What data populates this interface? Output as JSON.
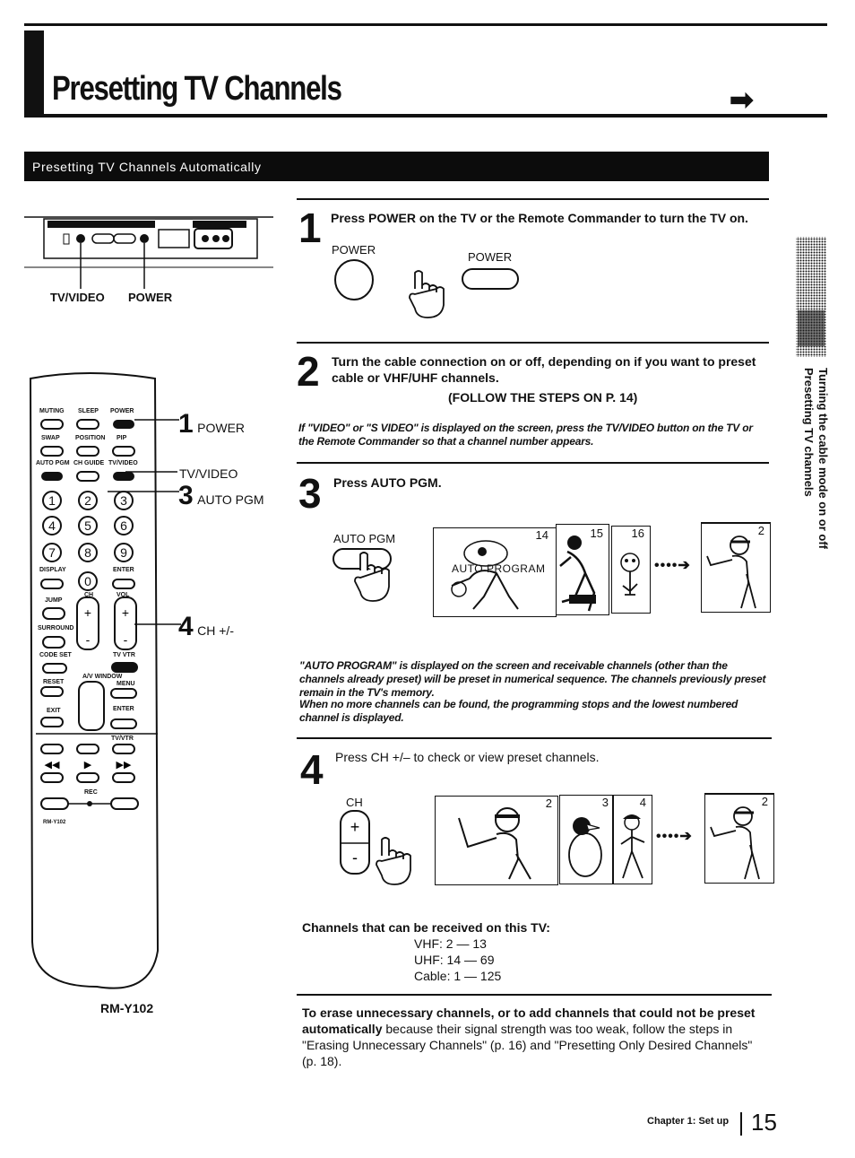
{
  "header": {
    "title": "Presetting TV Channels",
    "section": "Presetting TV Channels Automatically"
  },
  "front_panel": {
    "labels": {
      "tvvideo": "TV/VIDEO",
      "power": "POWER"
    }
  },
  "remote": {
    "model": "RM-Y102",
    "callouts": [
      {
        "num": "1",
        "label": "POWER"
      },
      {
        "num": "",
        "label": "TV/VIDEO"
      },
      {
        "num": "3",
        "label": "AUTO PGM"
      },
      {
        "num": "4",
        "label": "CH +/-"
      }
    ],
    "button_labels": {
      "muting": "MUTING",
      "sleep": "SLEEP",
      "power": "POWER",
      "swap": "SWAP",
      "position": "POSITION",
      "pip": "PIP",
      "autopgm": "AUTO PGM",
      "chguide": "CH GUIDE",
      "tvvideo": "TV/VIDEO",
      "display": "DISPLAY",
      "enter": "ENTER",
      "jump": "JUMP",
      "ch": "CH",
      "vol": "VOL",
      "surround": "SURROUND",
      "codeset": "CODE SET",
      "tvvtr": "TV VTR",
      "avwindow": "A/V WINDOW",
      "reset": "RESET",
      "menu": "MENU",
      "exit": "EXIT",
      "enter2": "ENTER",
      "tvvtr2": "TV/VTR",
      "rec": "REC",
      "digits": [
        "1",
        "2",
        "3",
        "4",
        "5",
        "6",
        "7",
        "8",
        "9",
        "0"
      ]
    }
  },
  "steps": [
    {
      "num": "1",
      "text": "Press POWER on the TV or the Remote Commander to turn the TV on.",
      "labels": [
        "POWER",
        "POWER"
      ]
    },
    {
      "num": "2",
      "text": "Turn the cable connection on or off, depending on if you want to preset cable or VHF/UHF channels.",
      "follow": "(FOLLOW THE STEPS ON P. 14)",
      "note": "If \"VIDEO\" or \"S VIDEO\" is displayed on the screen, press the TV/VIDEO button on the TV or the Remote Commander so that a channel number appears."
    },
    {
      "num": "3",
      "text": "Press AUTO PGM.",
      "button_label": "AUTO PGM",
      "screen_text": "AUTO PROGRAM",
      "channels": [
        "14",
        "15",
        "16",
        "2"
      ],
      "note1": "\"AUTO PROGRAM\" is displayed on the screen and receivable channels (other than the channels already preset) will be preset in numerical sequence. The channels previously preset remain in the TV's memory.",
      "note2": "When no more channels can be found, the programming stops and the lowest numbered channel is displayed."
    },
    {
      "num": "4",
      "text": "Press CH +/– to check or view preset channels.",
      "button_label": "CH",
      "channels": [
        "2",
        "3",
        "4",
        "2"
      ]
    }
  ],
  "channels_info": {
    "heading": "Channels that can be received on this TV:",
    "vhf": "VHF: 2 — 13",
    "uhf": "UHF: 14 — 69",
    "cable": "Cable: 1 — 125"
  },
  "erase_note": {
    "bold": "To erase unnecessary channels, or to add channels that could not be preset automatically",
    "rest": " because their signal strength was too weak, follow the steps in \"Erasing Unnecessary Channels\" (p. 16) and \"Presetting Only Desired Channels\" (p. 18)."
  },
  "sidebar": {
    "line1": "Turning the cable mode on or off",
    "line2": "Presetting TV channels"
  },
  "footer": {
    "chapter": "Chapter 1: Set up",
    "page": "15"
  }
}
